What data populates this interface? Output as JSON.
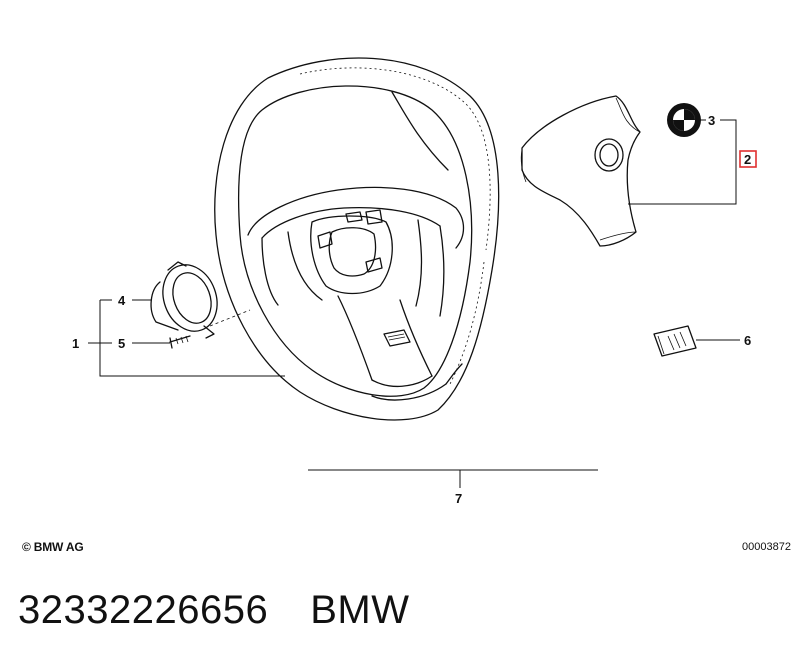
{
  "callouts": {
    "c1": "1",
    "c2": "2",
    "c3": "3",
    "c4": "4",
    "c5": "5",
    "c6": "6",
    "c7": "7"
  },
  "footer": {
    "copyright": "© BMW AG",
    "diagram_id": "00003872"
  },
  "caption": {
    "part_number": "32332226656",
    "brand": "BMW"
  },
  "colors": {
    "highlight": "#e03030"
  }
}
